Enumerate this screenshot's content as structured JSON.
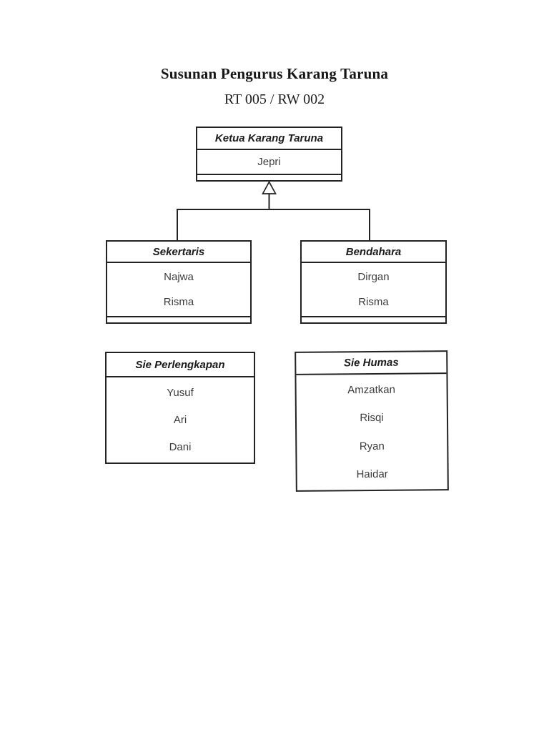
{
  "document": {
    "title": "Susunan Pengurus Karang Taruna",
    "subtitle": "RT 005 / RW 002"
  },
  "org_chart": {
    "root": {
      "title": "Ketua Karang Taruna",
      "members": [
        "Jepri"
      ]
    },
    "level2": [
      {
        "title": "Sekertaris",
        "members": [
          "Najwa",
          "Risma"
        ]
      },
      {
        "title": "Bendahara",
        "members": [
          "Dirgan",
          "Risma"
        ]
      }
    ],
    "level3": [
      {
        "title": "Sie Perlengkapan",
        "members": [
          "Yusuf",
          "Ari",
          "Dani"
        ]
      },
      {
        "title": "Sie Humas",
        "members": [
          "Amzatkan",
          "Risqi",
          "Ryan",
          "Haidar"
        ]
      }
    ]
  },
  "colors": {
    "background": "#ffffff",
    "line": "#232323",
    "header_text": "#1b1b1b",
    "member_text": "#3e3e3e"
  }
}
